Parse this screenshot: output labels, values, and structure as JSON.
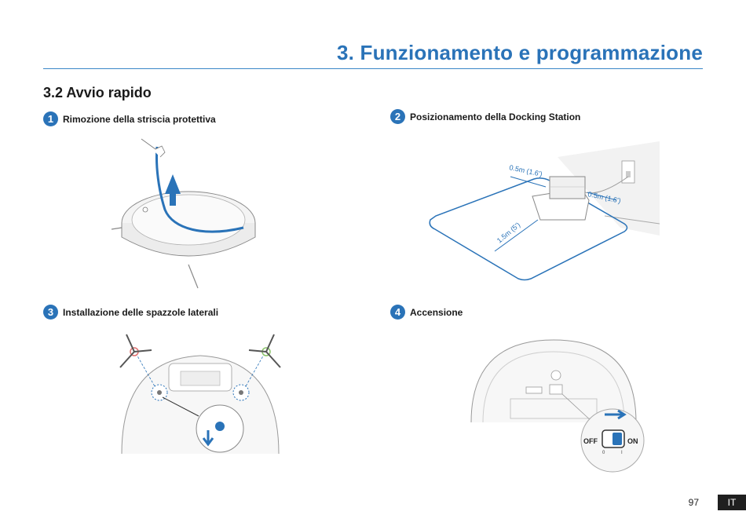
{
  "header": {
    "chapter_title": "3. Funzionamento e programmazione",
    "section_title": "3.2 Avvio rapido"
  },
  "steps": [
    {
      "number": "1",
      "label": "Rimozione della striscia protettiva"
    },
    {
      "number": "2",
      "label": "Posizionamento della Docking Station"
    },
    {
      "number": "3",
      "label": "Installazione delle spazzole laterali"
    },
    {
      "number": "4",
      "label": "Accensione"
    }
  ],
  "docking_diagram": {
    "side_left": "0.5m (1.6')",
    "side_right": "0.5m (1.6')",
    "front": "1.5m (5')"
  },
  "power_switch": {
    "off_label": "OFF",
    "on_label": "ON",
    "off_value": "0",
    "on_value": "I"
  },
  "footer": {
    "page_number": "97",
    "language": "IT"
  },
  "colors": {
    "accent": "#2a73b8",
    "dark": "#1f1f1f"
  }
}
